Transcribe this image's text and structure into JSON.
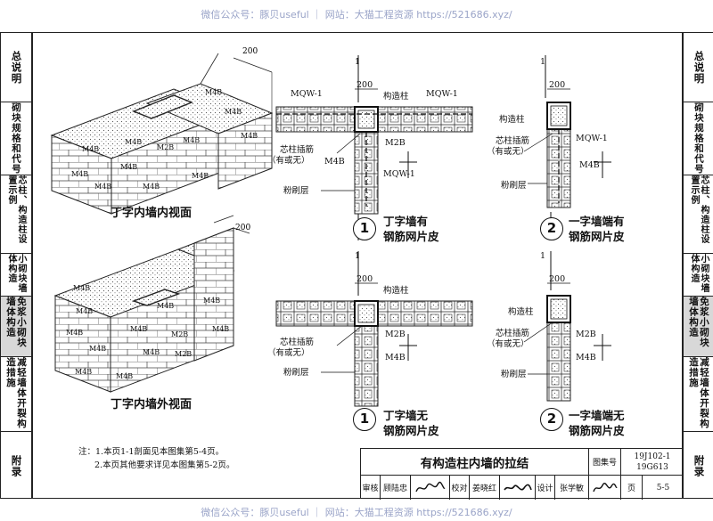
{
  "watermark": "微信公众号：豚贝useful ｜ 网站：大猫工程资源 https://521686.xyz/",
  "sidebar": [
    {
      "label": "总说明",
      "active": false
    },
    {
      "label": "砌块规格和代号",
      "active": false
    },
    {
      "label": "芯柱、构造柱设置示例",
      "active": false
    },
    {
      "label": "小砌块墙体构造",
      "active": false
    },
    {
      "label": "免浆小砌块墙体构造",
      "active": true
    },
    {
      "label": "减轻墙体开裂构造措施",
      "active": false
    },
    {
      "label": "附录",
      "active": false
    }
  ],
  "views": {
    "top_caption": "丁字内墙内视面",
    "bottom_caption": "丁字内墙外视面",
    "dim_200": "200",
    "block": "M4B",
    "block_alt": "M2B"
  },
  "details": {
    "section_mark": "1",
    "dim_200": "200",
    "mqw": "MQW-1",
    "column": "构造柱",
    "core_rebar": "芯柱插筋",
    "core_rebar_note": "（有或无）",
    "m2b": "M2B",
    "m4b": "M4B",
    "plaster": "粉刷层",
    "d1_num": "1",
    "d1_cap1": "丁字墙有",
    "d1_cap2": "钢筋网片皮",
    "d2_num": "2",
    "d2_cap1": "一字墙端有",
    "d2_cap2": "钢筋网片皮",
    "d3_cap1": "丁字墙无",
    "d3_cap2": "钢筋网片皮",
    "d4_cap1": "一字墙端无",
    "d4_cap2": "钢筋网片皮"
  },
  "notes": {
    "line1": "注：1.本页1-1剖面见本图集第5-4页。",
    "line2": "2.本页其他要求详见本图集第5-2页。"
  },
  "title_block": {
    "title": "有构造柱内墙的拉结",
    "atlas_label": "图集号",
    "atlas_no1": "19J102-1",
    "atlas_no2": "19G613",
    "review_label": "审核",
    "reviewer": "顾陆忠",
    "check_label": "校对",
    "checker": "姜晓红",
    "design_label": "设计",
    "designer": "张学敏",
    "page_label": "页",
    "page_no": "5-5"
  }
}
